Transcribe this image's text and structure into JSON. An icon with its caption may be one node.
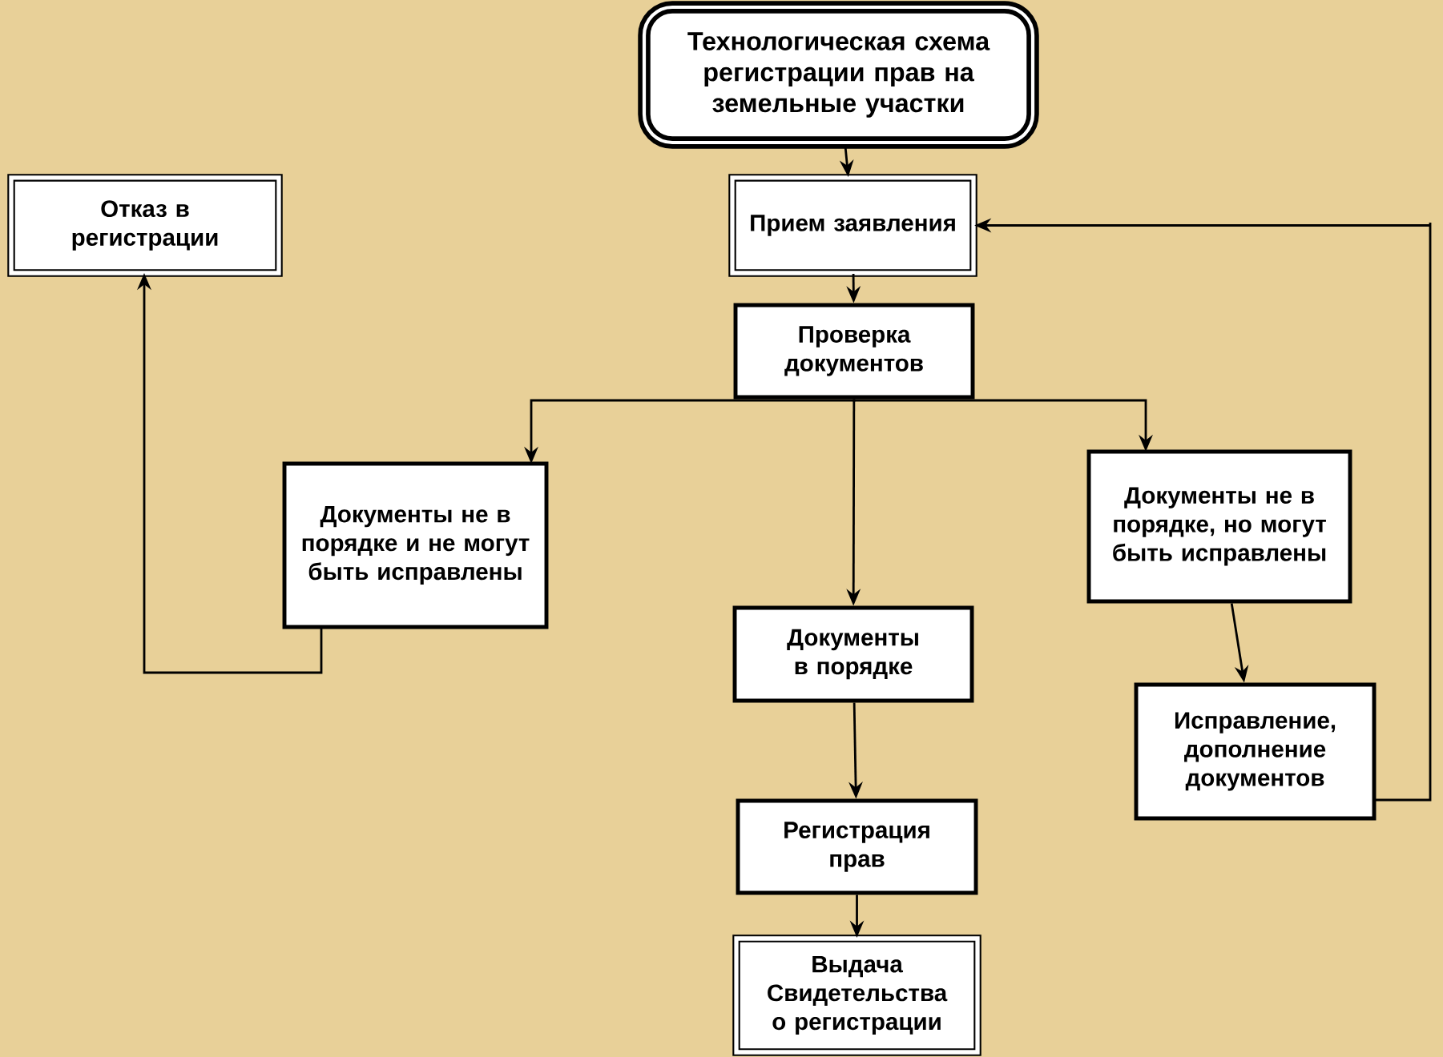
{
  "diagram": {
    "nodes": [
      {
        "text": [
          "Технологическая схема регистрации прав на земельные участки"
        ]
      },
      {
        "text": [
          "Отказ в регистрации"
        ]
      },
      {
        "text": [
          "Прием заявления"
        ]
      },
      {
        "text": [
          "Проверка документов"
        ]
      },
      {
        "text": [
          "Документы не в порядке и не могут быть исправлены"
        ]
      },
      {
        "text": [
          "Документы не в порядке, но могут быть исправлены"
        ]
      },
      {
        "text": [
          "Документы в порядке"
        ]
      },
      {
        "text": [
          "Исправление, дополнение документов"
        ]
      },
      {
        "text": [
          "Регистрация прав"
        ]
      },
      {
        "text": [
          "Выдача Свидетельства о регистрации"
        ]
      }
    ],
    "edges": [
      {
        "from": 0,
        "to": 2,
        "arrow": "to"
      },
      {
        "from": 2,
        "to": 3,
        "arrow": "to"
      },
      {
        "from": 3,
        "to": 4,
        "arrow": "to"
      },
      {
        "from": 3,
        "to": 5,
        "arrow": "to"
      },
      {
        "from": 3,
        "to": 6,
        "arrow": "to"
      },
      {
        "from": 4,
        "to": 1,
        "arrow": "to"
      },
      {
        "from": 5,
        "to": 7,
        "arrow": "to"
      },
      {
        "from": 7,
        "to": 2,
        "arrow": "to"
      },
      {
        "from": 6,
        "to": 8,
        "arrow": "to"
      },
      {
        "from": 8,
        "to": 9,
        "arrow": "to"
      }
    ]
  }
}
